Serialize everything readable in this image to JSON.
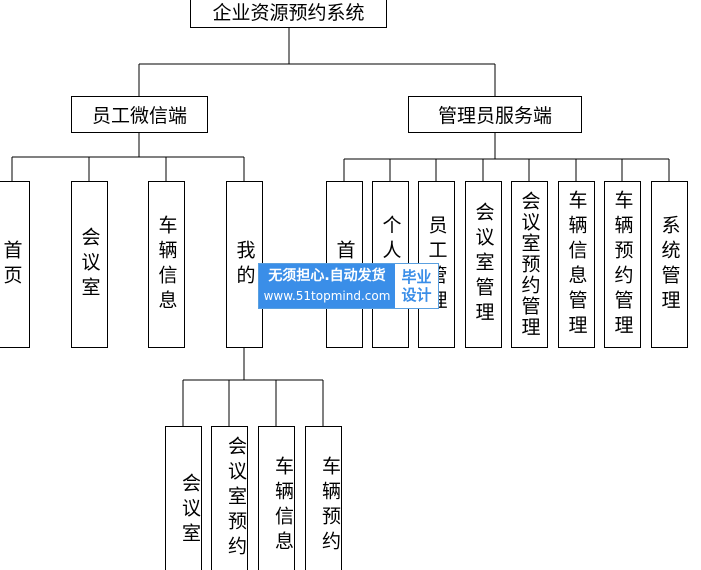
{
  "title": "企业资源预约系统",
  "branches": {
    "staff_wechat": {
      "label": "员工微信端",
      "items": [
        "首页",
        "会议室",
        "车辆信息",
        "我的"
      ],
      "my_submenu": [
        "会议室",
        "会议室预约",
        "车辆信息",
        "车辆预约"
      ]
    },
    "admin_service": {
      "label": "管理员服务端",
      "items": [
        "首页",
        "个人中心",
        "员工管理",
        "会议室管理",
        "会议室预约管理",
        "车辆信息管理",
        "车辆预约管理",
        "系统管理"
      ]
    }
  },
  "watermark": {
    "line1": "无须担心.自动发货",
    "line2": "www.51topmind.com",
    "badge1": "毕业",
    "badge2": "设计"
  },
  "colors": {
    "line": "#000000",
    "watermark_blue": "#3a8ee8"
  }
}
